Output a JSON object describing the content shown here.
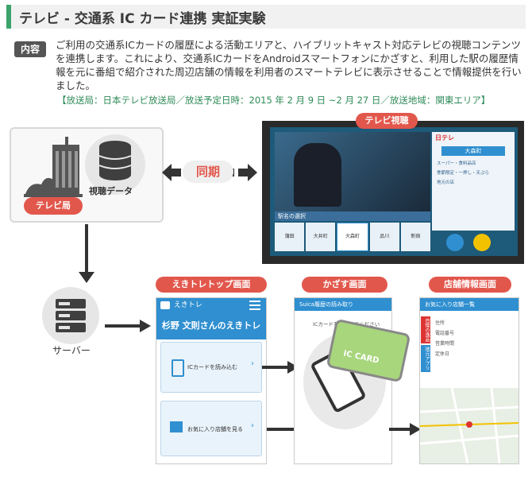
{
  "title": "テレビ - 交通系 IC カード連携  実証実験",
  "content_badge": "内容",
  "description": "ご利用の交通系ICカードの履歴による活動エリアと、ハイブリットキャスト対応テレビの視聴コンテンツを連携します。これにより、交通系ICカードをAndroidスマートフォンにかざすと、利用した駅の履歴情報を元に番組で紹介された周辺店舗の情報を利用者のスマートテレビに表示させることで情報提供を行いました。",
  "broadcast_info": "【放送局：日本テレビ放送局／放送予定日時：2015 年 2 月 9 日 ~2 月 27 日／放送地域：関東エリア】",
  "station": {
    "data_label": "視聴データ",
    "badge": "テレビ局"
  },
  "sync_label": "同期",
  "tv": {
    "badge": "テレビ視聴",
    "logo": "日テレ",
    "station_name": "大森町",
    "list_header": "駅名の選択",
    "tabs": [
      "蒲田",
      "大井町",
      "大森町",
      "品川",
      "新宿"
    ],
    "sidebar_items": [
      "スーパー・食料品店",
      "季節限定・一押し・天ぷら",
      "地元の店"
    ]
  },
  "server_label": "サーバー",
  "ekitore": {
    "badge": "えきトレトップ画面",
    "app_name": "えきトレ",
    "user_title": "杉野 文則さんのえきトレ",
    "btn_ic": "ICカードを読み込む",
    "btn_fav": "お気に入り店舗を見る"
  },
  "kazasu": {
    "badge": "かざす画面",
    "header": "Suica履歴の読み取り",
    "prompt": "ICカードをかざしてください",
    "card_text": "IC CARD"
  },
  "shop": {
    "badge": "店舗情報画面",
    "header": "お気に入り店舗一覧",
    "tags": [
      "自慢の逸品",
      "地元アプリ"
    ],
    "fields": [
      "住所",
      "電話番号",
      "営業時間",
      "定休日"
    ]
  }
}
